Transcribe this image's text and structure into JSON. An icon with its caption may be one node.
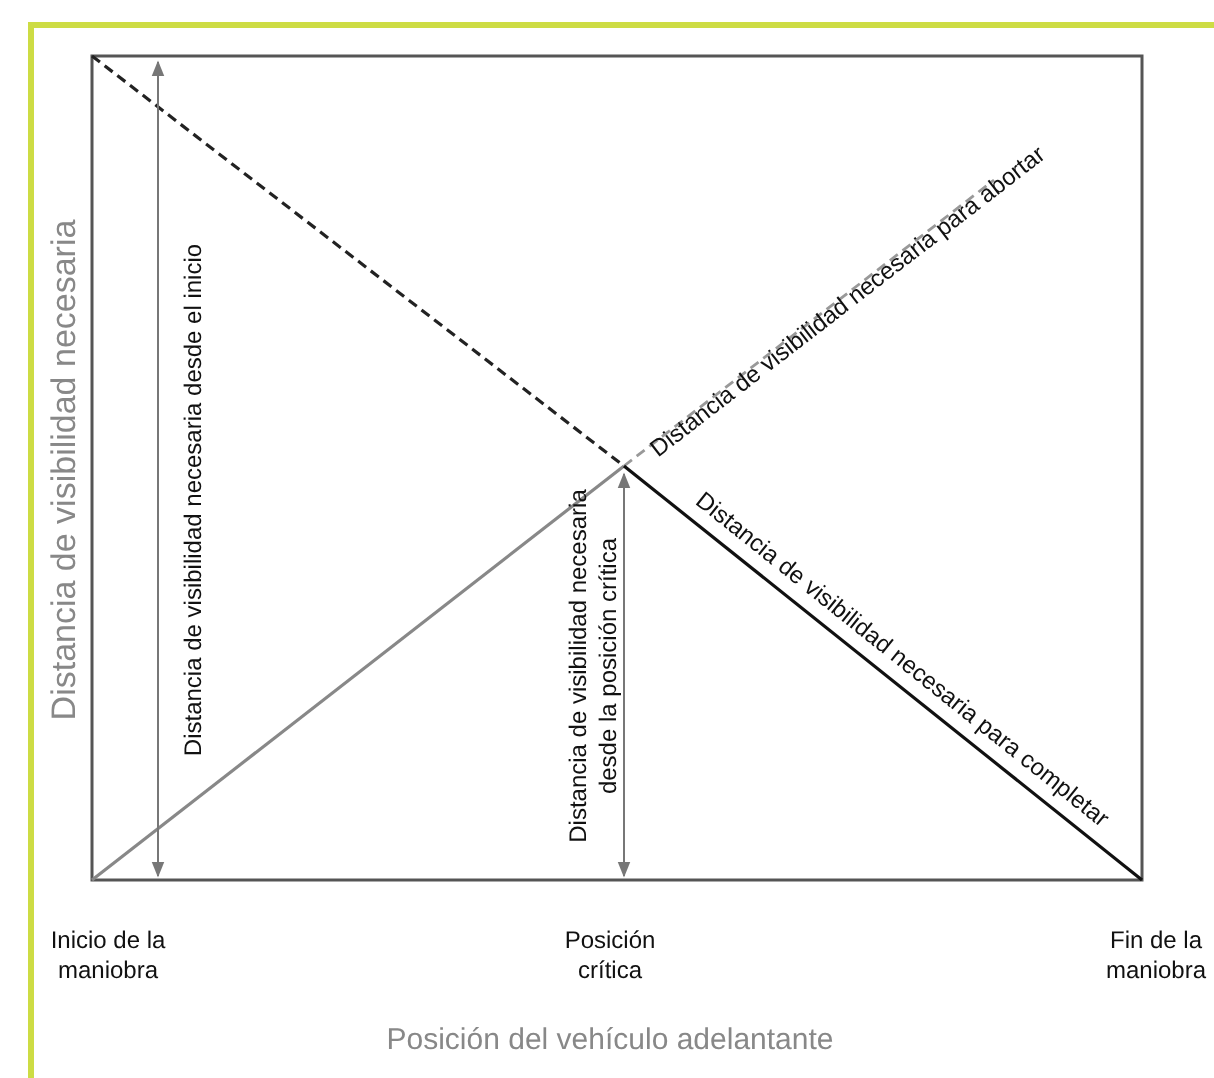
{
  "diagram": {
    "labels": [
      "Distancia de visibilidad necesaria",
      "Distancia de visibilidad necesaria desde el inicio",
      "Distancia de visibilidad necesaria para abortar",
      "Distancia de visibilidad necesaria desde la posición crítica",
      "Distancia de visibilidad necesaria para completar",
      "Inicio de la maniobra",
      "Posición crítica",
      "Fin de la maniobra",
      "Posición del vehículo adelantante"
    ]
  }
}
